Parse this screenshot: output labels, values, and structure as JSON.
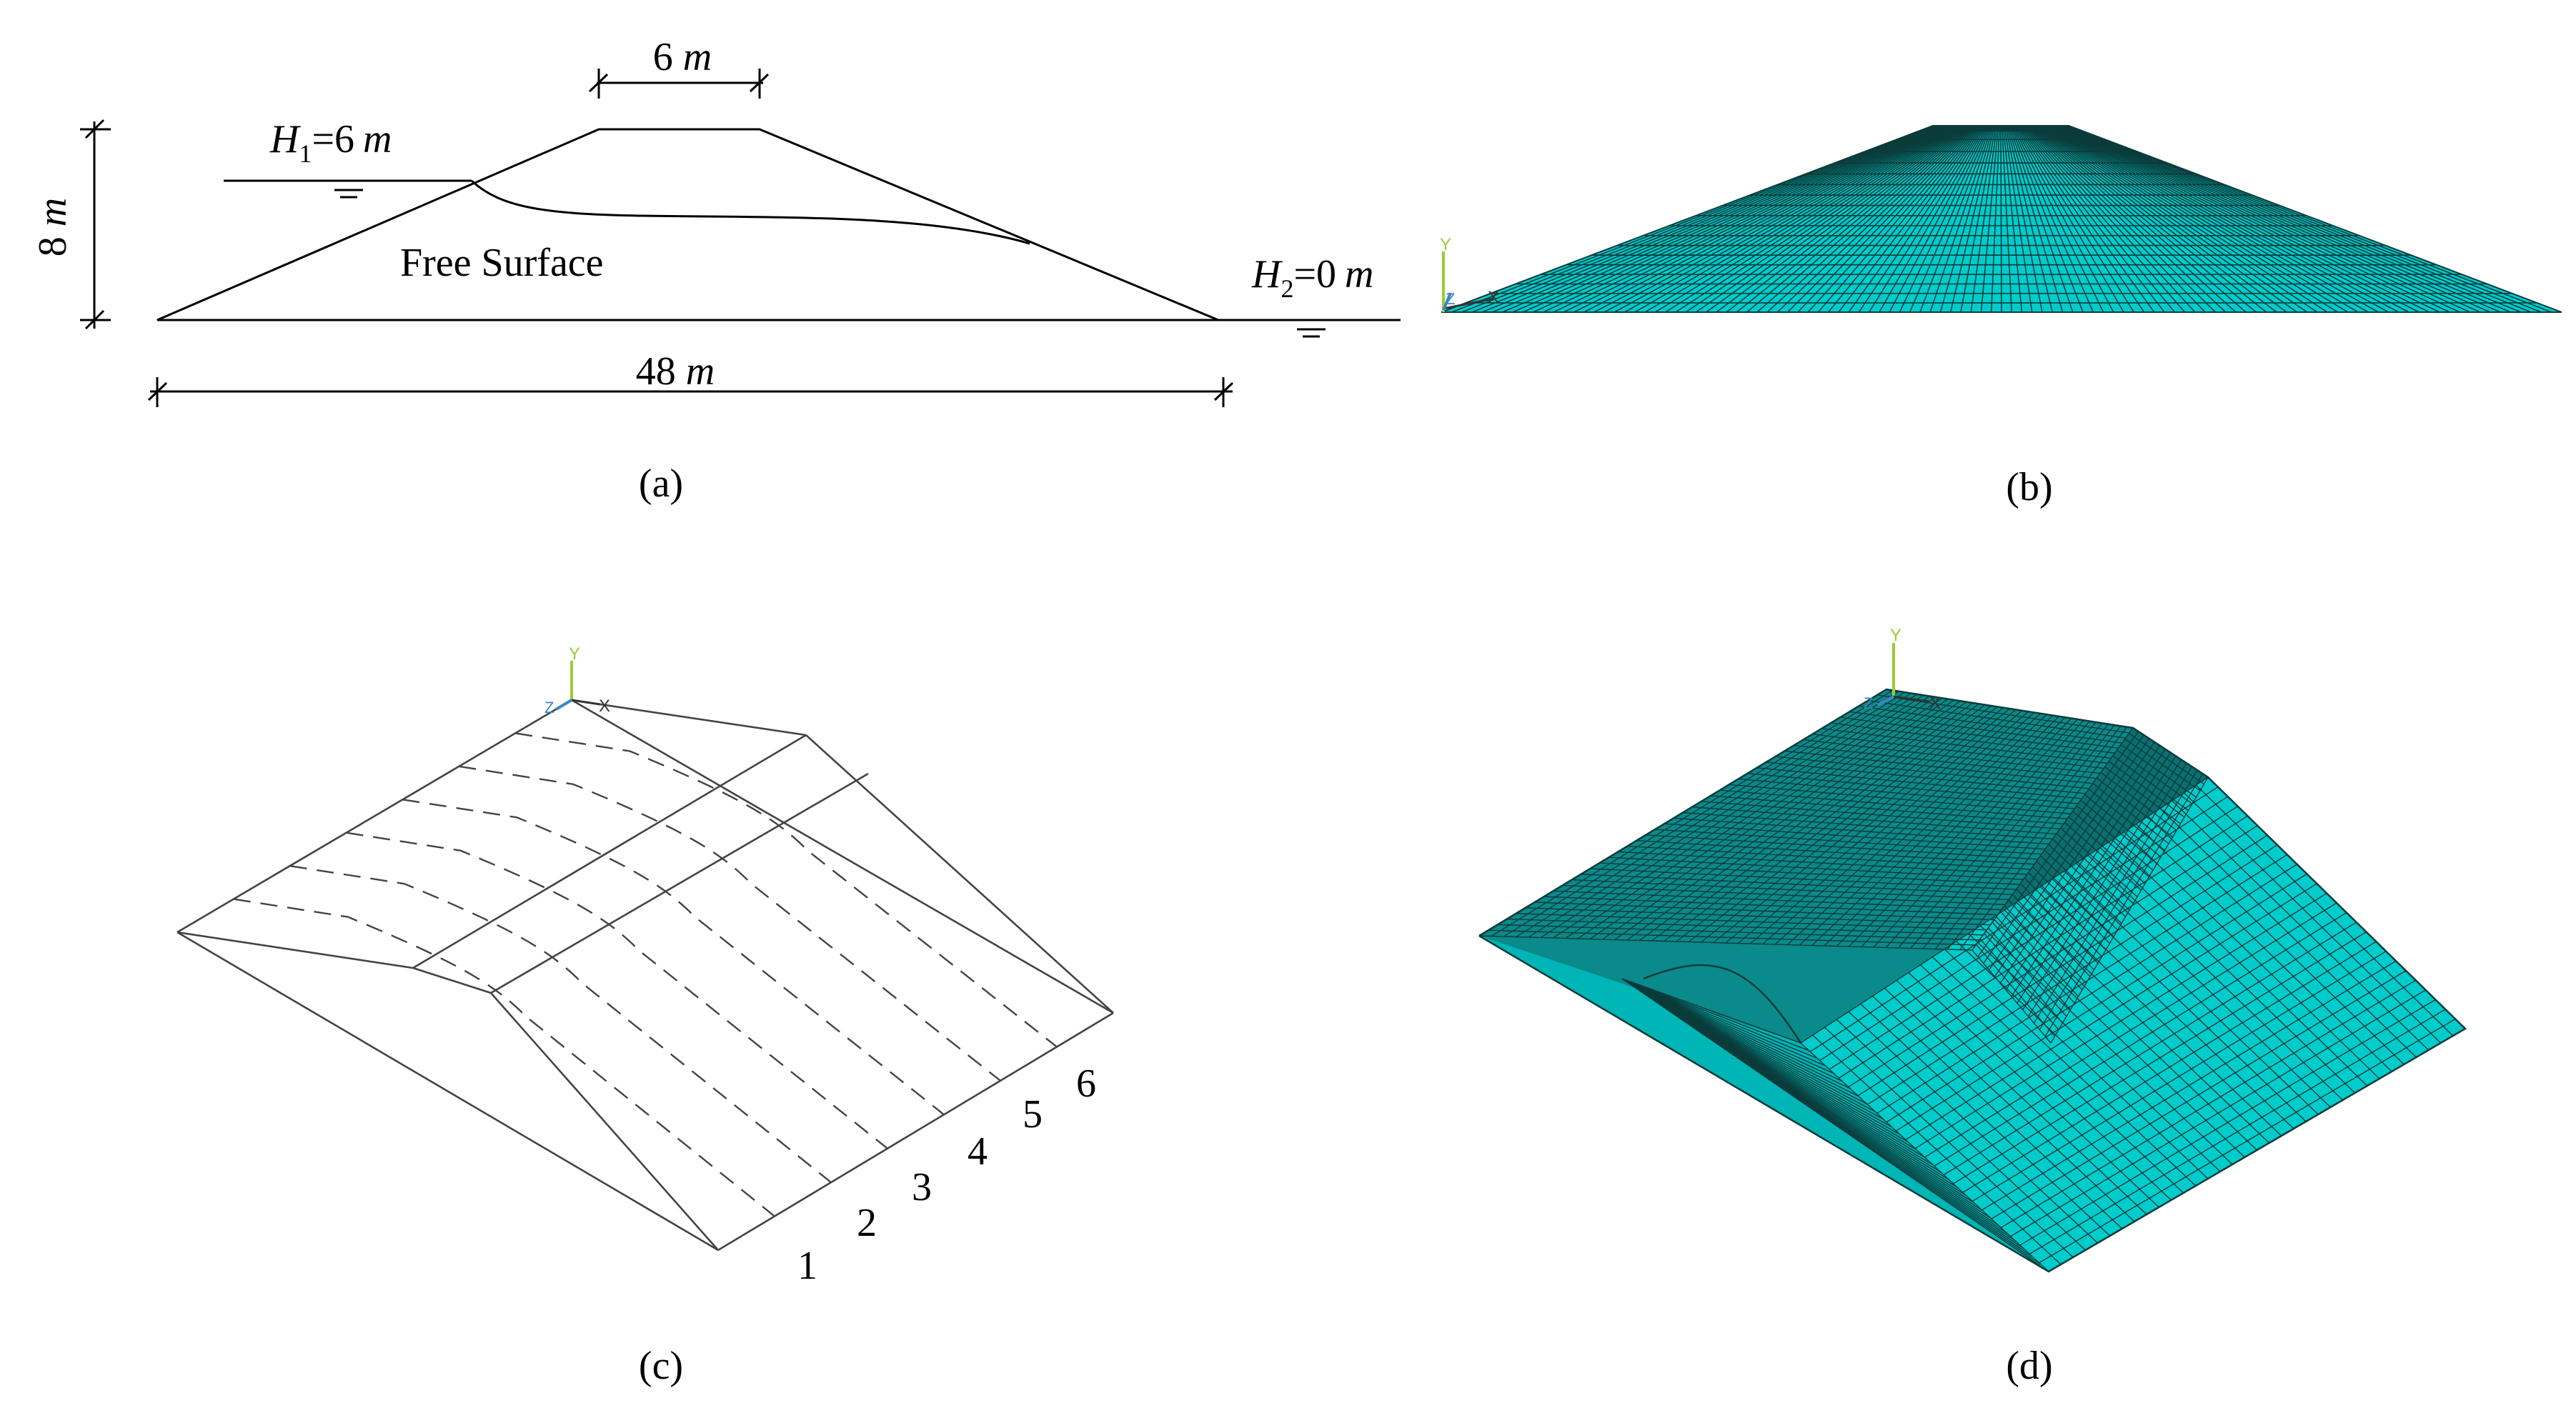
{
  "panels": {
    "a": {
      "caption": "(a)",
      "top_width": {
        "value": "6",
        "unit": "m"
      },
      "height": {
        "value": "8",
        "unit": "m"
      },
      "base_width": {
        "value": "48",
        "unit": "m"
      },
      "upstream_head": {
        "symbol": "H",
        "subscript": "1",
        "value": "=6",
        "unit": "m"
      },
      "downstream_head": {
        "symbol": "H",
        "subscript": "2",
        "value": "=0",
        "unit": "m"
      },
      "free_surface_label": "Free Surface"
    },
    "b": {
      "caption": "(b)",
      "axis_y": "Y",
      "axis_z": "Z",
      "axis_x": "X"
    },
    "c": {
      "caption": "(c)",
      "axis_y": "Y",
      "axis_z": "Z",
      "axis_x": "X",
      "section_labels": [
        "1",
        "2",
        "3",
        "4",
        "5",
        "6"
      ]
    },
    "d": {
      "caption": "(d)",
      "axis_y": "Y",
      "axis_z": "Z",
      "axis_x": "X"
    }
  },
  "colors": {
    "line": "#000000",
    "mesh_fill_light": "#00cccc",
    "mesh_fill_dark": "#0a7f7f",
    "mesh_line": "#0b3b3b",
    "axis_y": "#9acd32",
    "axis_z": "#3a86c8",
    "axis_x": "#333333"
  }
}
